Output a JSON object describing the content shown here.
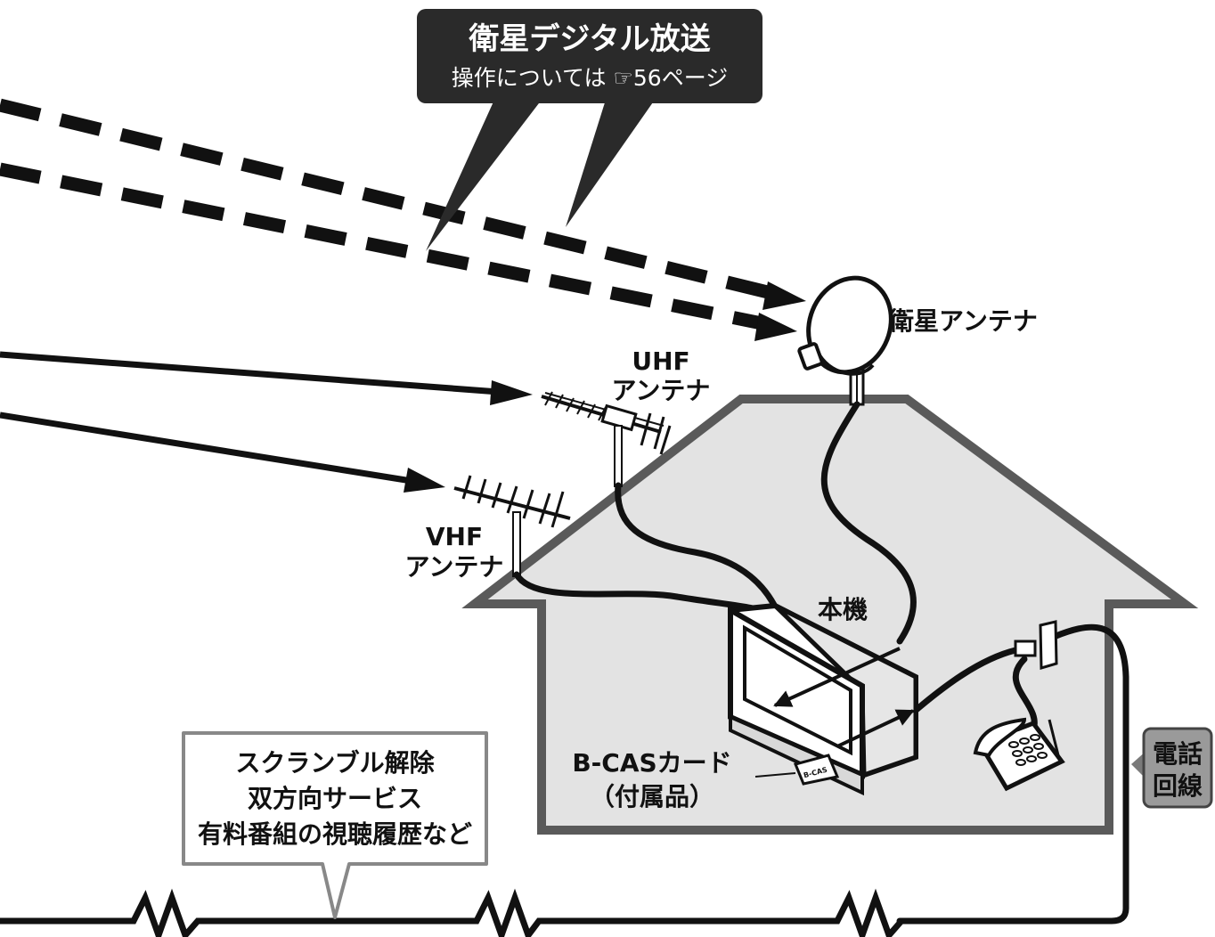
{
  "satellite_callout": {
    "title": "衛星デジタル放送",
    "subtitle": "操作については ☞56ページ"
  },
  "labels": {
    "satellite_antenna": "衛星アンテナ",
    "uhf_line1": "UHF",
    "uhf_line2": "アンテナ",
    "vhf_line1": "VHF",
    "vhf_line2": "アンテナ",
    "main_unit": "本機",
    "bcas_line1": "B-CASカード",
    "bcas_line2": "（付属品）",
    "bcas_card_text": "B-CAS",
    "phone_line_1": "電話",
    "phone_line_2": "回線"
  },
  "services_callout": {
    "line1": "スクランブル解除",
    "line2": "双方向サービス",
    "line3": "有料番組の視聴履歴など"
  },
  "colors": {
    "house_fill": "#e3e3e3",
    "house_outline": "#5a5a5a",
    "callout_dark": "#2a2a2a",
    "callout_gray": "#7a7a7a",
    "line": "#111111"
  }
}
